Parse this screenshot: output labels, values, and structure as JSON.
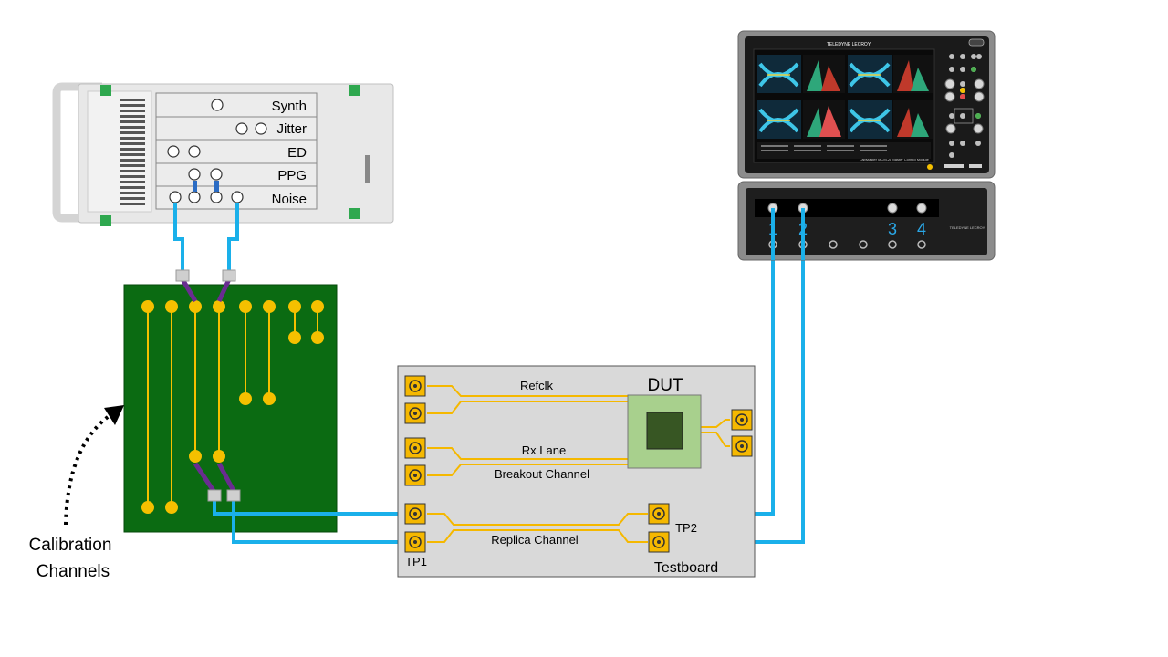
{
  "instrument": {
    "modules": [
      "Synth",
      "Jitter",
      "ED",
      "PPG",
      "Noise"
    ]
  },
  "scope": {
    "brand": "TELEDYNE LECROY",
    "module_caption": "LabMaster MCM-Zi Master Control Module",
    "channels": [
      "1",
      "2",
      "3",
      "4"
    ]
  },
  "testboard": {
    "dut_label": "DUT",
    "trace_labels": {
      "refclk": "Refclk",
      "rx_lane": "Rx Lane",
      "breakout": "Breakout Channel",
      "replica": "Replica Channel"
    },
    "tp1_label": "TP1",
    "tp2_label": "TP2",
    "board_label": "Testboard"
  },
  "calibration": {
    "line1": "Calibration",
    "line2": "Channels"
  },
  "colors": {
    "cable": "#1ab0ea",
    "pcb": "#0b6b12",
    "pad": "#f5c000",
    "trace": "#f5b800",
    "purple_link": "#6a2c91",
    "dut_body": "#a8d08d",
    "dut_die": "#375623",
    "board": "#d9d9d9"
  }
}
